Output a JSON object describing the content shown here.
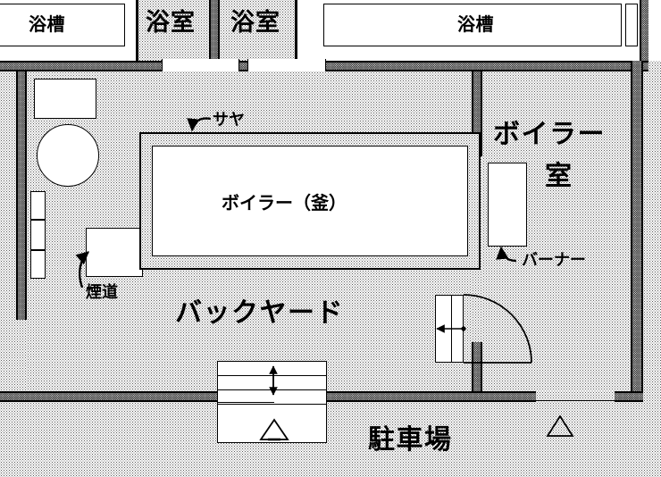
{
  "plan": {
    "type": "architectural-floor-plan",
    "title_language": "ja",
    "colors": {
      "line": "#000000",
      "floor_hatch": "#5a5a5a",
      "wall_core": "#2f2f2f",
      "background": "#ffffff",
      "fixture_fill": "#ffffff"
    },
    "top_rooms": [
      {
        "id": "bathtub-left",
        "label": "浴槽"
      },
      {
        "id": "bathroom-left",
        "label": "浴室"
      },
      {
        "id": "bathroom-right",
        "label": "浴室"
      },
      {
        "id": "bathtub-right",
        "label": "浴槽"
      }
    ],
    "rooms": [
      {
        "id": "boiler-room",
        "label_line1": "ボイラー",
        "label_line2": "室"
      },
      {
        "id": "backyard",
        "label": "バックヤード"
      },
      {
        "id": "parking",
        "label": "駐車場"
      }
    ],
    "equipment": [
      {
        "id": "boiler",
        "label": "ボイラー（釜）"
      },
      {
        "id": "saya",
        "label": "サヤ"
      },
      {
        "id": "burner",
        "label": "バーナー"
      },
      {
        "id": "flue",
        "label": "煙道"
      }
    ],
    "markers": [
      {
        "id": "level-marker-stairs",
        "symbol": "triangle"
      },
      {
        "id": "level-marker-parking",
        "symbol": "triangle"
      },
      {
        "id": "stair-direction",
        "symbol": "up-arrow"
      },
      {
        "id": "door-swing",
        "symbol": "quarter-arc"
      }
    ]
  }
}
